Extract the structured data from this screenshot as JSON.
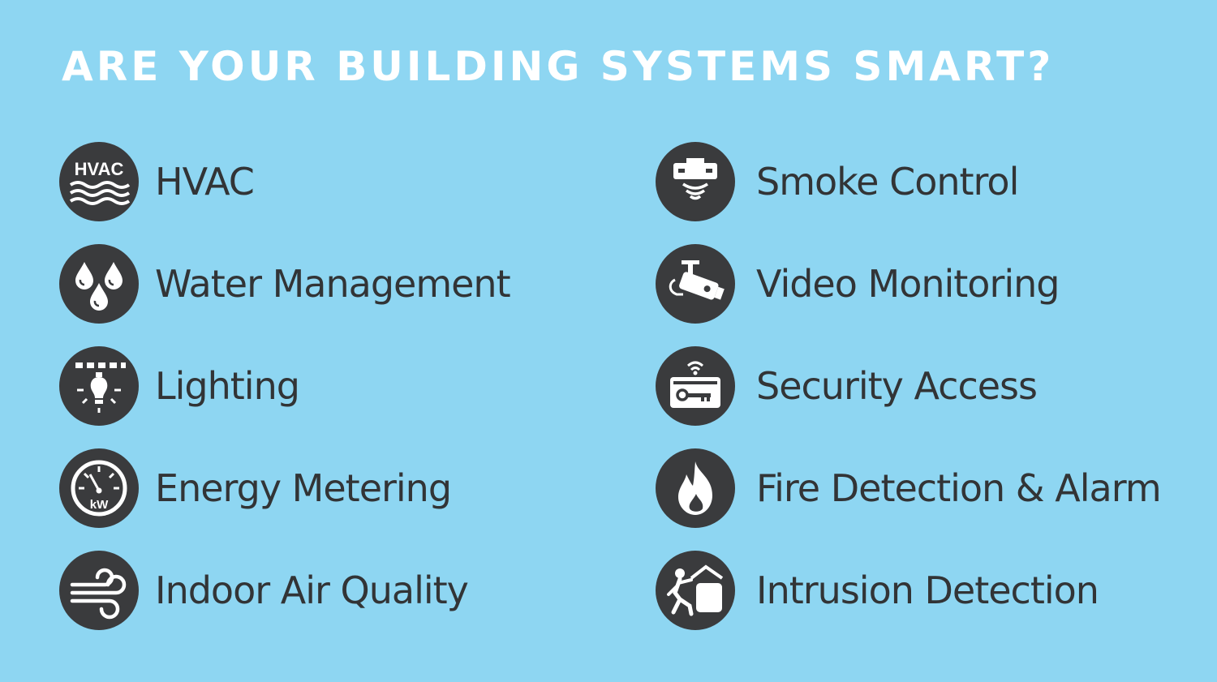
{
  "title": "ARE YOUR BUILDING SYSTEMS SMART?",
  "colors": {
    "background": "#8ed6f2",
    "badge": "#3a3b3d",
    "text": "#323436",
    "title": "#ffffff"
  },
  "left_items": [
    {
      "label": "HVAC",
      "icon": "hvac-icon",
      "icon_text": "HVAC"
    },
    {
      "label": "Water Management",
      "icon": "water-drops-icon"
    },
    {
      "label": "Lighting",
      "icon": "light-bulb-icon"
    },
    {
      "label": "Energy Metering",
      "icon": "energy-meter-icon",
      "icon_text": "kW"
    },
    {
      "label": "Indoor Air Quality",
      "icon": "wind-icon"
    }
  ],
  "right_items": [
    {
      "label": "Smoke Control",
      "icon": "smoke-detector-icon"
    },
    {
      "label": "Video Monitoring",
      "icon": "security-camera-icon"
    },
    {
      "label": "Security Access",
      "icon": "key-card-reader-icon"
    },
    {
      "label": "Fire Detection & Alarm",
      "icon": "flame-icon"
    },
    {
      "label": "Intrusion Detection",
      "icon": "intruder-icon"
    }
  ]
}
